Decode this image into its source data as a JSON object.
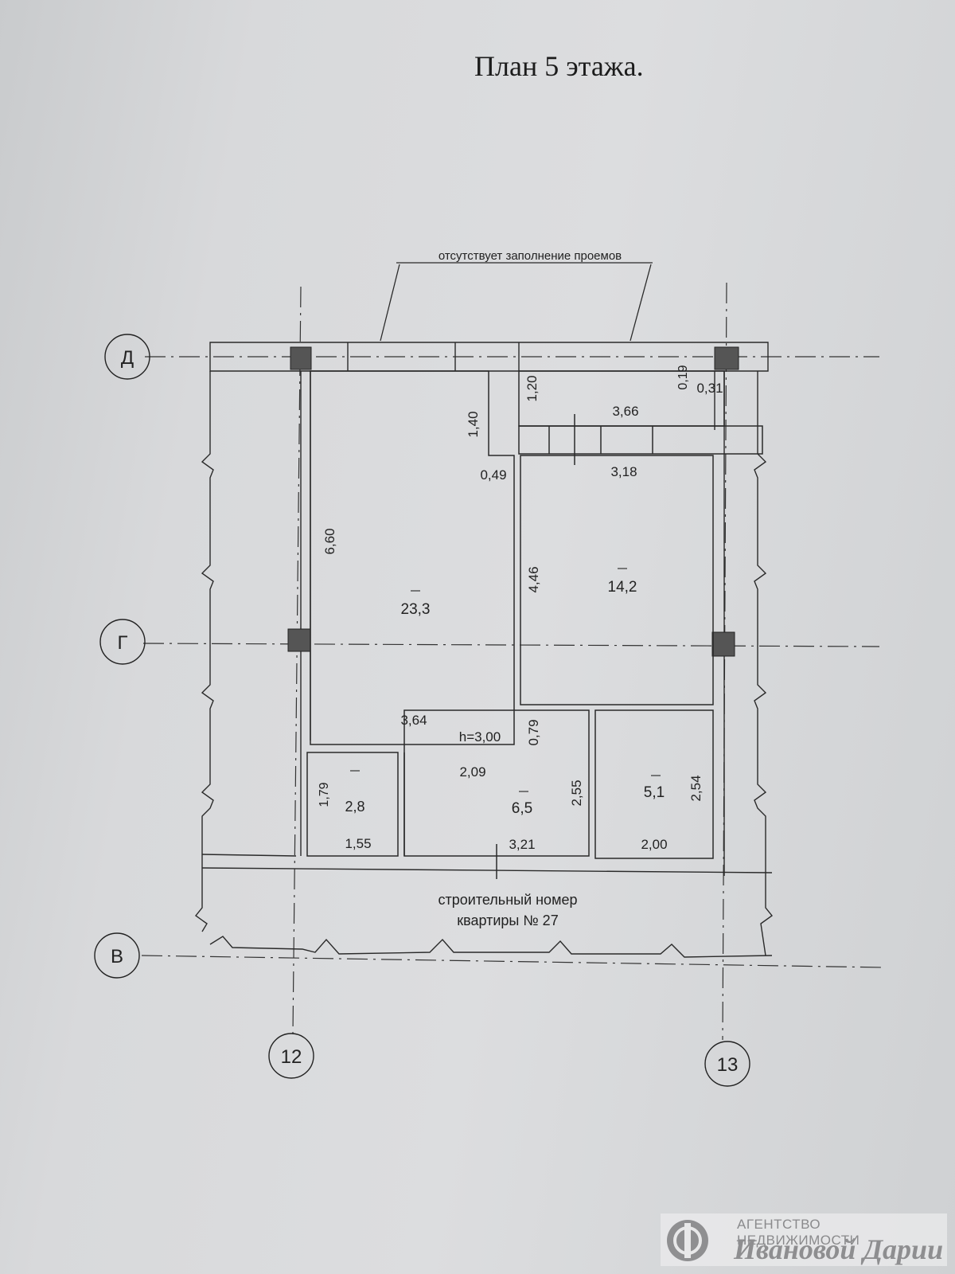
{
  "title": "План 5 этажа.",
  "note_openings": "отсутствует заполнение проемов",
  "apartment_label_line1": "строительный номер",
  "apartment_label_line2": "квартиры № 27",
  "height_label": "h=3,00",
  "axes": {
    "d": "Д",
    "g": "Г",
    "v": "В",
    "n12": "12",
    "n13": "13"
  },
  "rooms": {
    "living": {
      "area": "23,3",
      "length": "6,60",
      "width": "3,64"
    },
    "bedroom": {
      "area": "14,2",
      "length": "4,46",
      "width": "3,18"
    },
    "bath": {
      "area": "2,8",
      "length": "1,79",
      "width": "1,55"
    },
    "hall": {
      "area": "6,5",
      "length": "2,55",
      "width": "3,21",
      "top": "2,09"
    },
    "kitchen": {
      "area": "5,1",
      "length": "2,54",
      "width": "2,00"
    }
  },
  "dims": {
    "balcony_len": "3,66",
    "balcony_w": "1,20",
    "d019": "0,19",
    "d031": "0,31",
    "d140": "1,40",
    "d049": "0,49",
    "d079": "0,79"
  },
  "watermark": {
    "line1": "АГЕНТСТВО НЕДВИЖИМОСТИ",
    "line2": "Ивановой Дарии"
  }
}
